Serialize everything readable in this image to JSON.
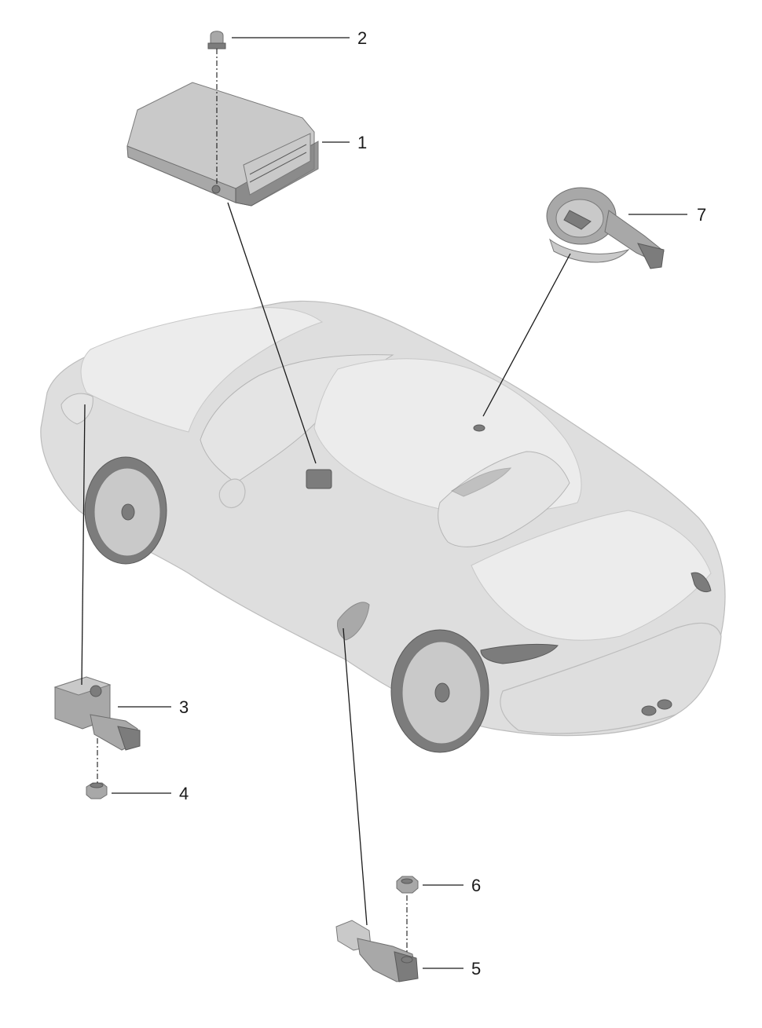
{
  "callouts": [
    {
      "id": "control-unit",
      "number": "1"
    },
    {
      "id": "nut-top",
      "number": "2"
    },
    {
      "id": "front-sensor",
      "number": "3"
    },
    {
      "id": "front-nut",
      "number": "4"
    },
    {
      "id": "side-sensor",
      "number": "5"
    },
    {
      "id": "side-nut",
      "number": "6"
    },
    {
      "id": "clock-spring",
      "number": "7"
    }
  ]
}
